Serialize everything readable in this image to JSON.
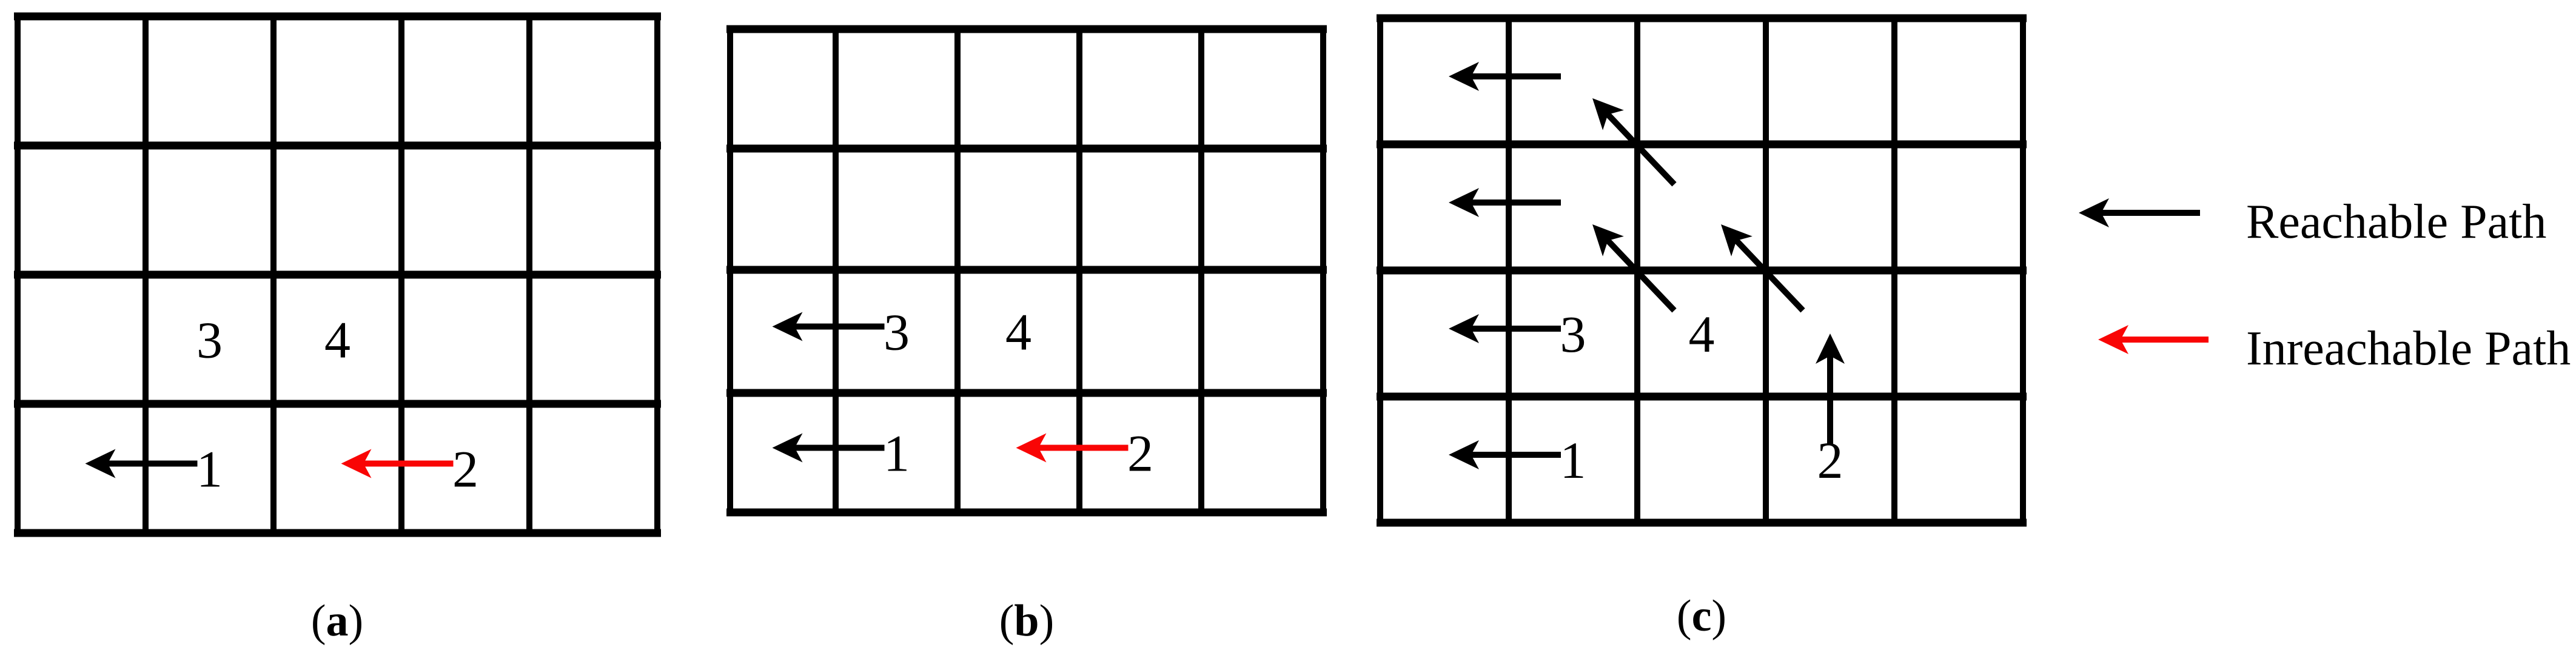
{
  "figure": {
    "background": "#ffffff",
    "colors": {
      "black": "#000000",
      "red": "#f90505"
    },
    "panels": [
      {
        "id": "a",
        "caption": {
          "open": "(",
          "letter": "a",
          "close": ")"
        },
        "grid": {
          "rows": 4,
          "cols": 5
        },
        "numbers": [
          {
            "row": 3,
            "col": 2,
            "text": "3"
          },
          {
            "row": 3,
            "col": 3,
            "text": "4"
          },
          {
            "row": 4,
            "col": 2,
            "text": "1"
          },
          {
            "row": 4,
            "col": 4,
            "text": "2"
          }
        ],
        "arrows": [
          {
            "dir": "left",
            "color": "black",
            "kind": "reachable",
            "from": {
              "row": 4,
              "col": 2
            },
            "to": {
              "row": 4,
              "col": 1
            }
          },
          {
            "dir": "left",
            "color": "red",
            "kind": "unreachable",
            "from": {
              "row": 4,
              "col": 4
            },
            "to": {
              "row": 4,
              "col": 3
            }
          }
        ]
      },
      {
        "id": "b",
        "caption": {
          "open": "(",
          "letter": "b",
          "close": ")"
        },
        "grid": {
          "rows": 4,
          "cols": 5
        },
        "numbers": [
          {
            "row": 3,
            "col": 2,
            "text": "3"
          },
          {
            "row": 3,
            "col": 3,
            "text": "4"
          },
          {
            "row": 4,
            "col": 2,
            "text": "1"
          },
          {
            "row": 4,
            "col": 4,
            "text": "2"
          }
        ],
        "arrows": [
          {
            "dir": "left",
            "color": "black",
            "kind": "reachable",
            "from": {
              "row": 3,
              "col": 2
            },
            "to": {
              "row": 3,
              "col": 1
            }
          },
          {
            "dir": "left",
            "color": "black",
            "kind": "reachable",
            "from": {
              "row": 4,
              "col": 2
            },
            "to": {
              "row": 4,
              "col": 1
            }
          },
          {
            "dir": "left",
            "color": "red",
            "kind": "unreachable",
            "from": {
              "row": 4,
              "col": 4
            },
            "to": {
              "row": 4,
              "col": 3
            }
          }
        ]
      },
      {
        "id": "c",
        "caption": {
          "open": "(",
          "letter": "c",
          "close": ")"
        },
        "grid": {
          "rows": 4,
          "cols": 5
        },
        "numbers": [
          {
            "row": 3,
            "col": 2,
            "text": "3"
          },
          {
            "row": 3,
            "col": 3,
            "text": "4"
          },
          {
            "row": 4,
            "col": 2,
            "text": "1"
          },
          {
            "row": 4,
            "col": 4,
            "text": "2"
          }
        ],
        "arrows": [
          {
            "dir": "left",
            "color": "black",
            "kind": "reachable",
            "from": {
              "row": 1,
              "col": 2
            },
            "to": {
              "row": 1,
              "col": 1
            }
          },
          {
            "dir": "left",
            "color": "black",
            "kind": "reachable",
            "from": {
              "row": 2,
              "col": 2
            },
            "to": {
              "row": 2,
              "col": 1
            }
          },
          {
            "dir": "left",
            "color": "black",
            "kind": "reachable",
            "from": {
              "row": 3,
              "col": 2
            },
            "to": {
              "row": 3,
              "col": 1
            }
          },
          {
            "dir": "left",
            "color": "black",
            "kind": "reachable",
            "from": {
              "row": 4,
              "col": 2
            },
            "to": {
              "row": 4,
              "col": 1
            }
          },
          {
            "dir": "up-left",
            "color": "black",
            "kind": "reachable",
            "from": {
              "row": 2,
              "col": 3
            },
            "to": {
              "row": 1,
              "col": 2
            }
          },
          {
            "dir": "up-left",
            "color": "black",
            "kind": "reachable",
            "from": {
              "row": 3,
              "col": 3
            },
            "to": {
              "row": 2,
              "col": 2
            }
          },
          {
            "dir": "up-left",
            "color": "black",
            "kind": "reachable",
            "from": {
              "row": 3,
              "col": 4
            },
            "to": {
              "row": 2,
              "col": 3
            }
          },
          {
            "dir": "up",
            "color": "black",
            "kind": "reachable",
            "from": {
              "row": 4,
              "col": 4
            },
            "to": {
              "row": 3,
              "col": 4
            }
          }
        ]
      }
    ],
    "legend": {
      "items": [
        {
          "label": "Reachable Path",
          "color": "black",
          "color_hex": "#000000"
        },
        {
          "label": "Inreachable Path",
          "color": "red",
          "color_hex": "#f90505"
        }
      ]
    }
  }
}
